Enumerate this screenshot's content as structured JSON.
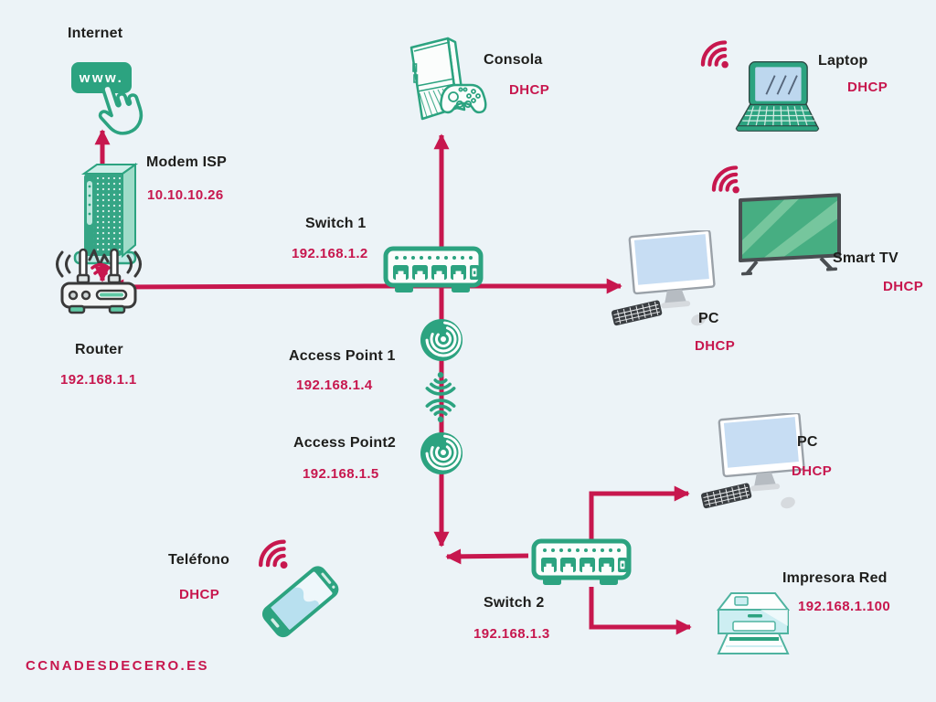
{
  "watermark": "CCNADESDECERO.ES",
  "colors": {
    "accent_green": "#2ca380",
    "accent_crimson": "#c7174e",
    "background": "#ecf3f7",
    "text": "#1e1e1c"
  },
  "nodes": {
    "internet": {
      "label": "Internet",
      "button_label": "www."
    },
    "modem": {
      "label": "Modem ISP",
      "address": "10.10.10.26"
    },
    "router": {
      "label": "Router",
      "address": "192.168.1.1"
    },
    "switch1": {
      "label": "Switch 1",
      "address": "192.168.1.2"
    },
    "consola": {
      "label": "Consola",
      "address": "DHCP"
    },
    "pc1": {
      "label": "PC",
      "address": "DHCP"
    },
    "laptop": {
      "label": "Laptop",
      "address": "DHCP"
    },
    "smart_tv": {
      "label": "Smart TV",
      "address": "DHCP"
    },
    "access_point1": {
      "label": "Access Point 1",
      "address": "192.168.1.4"
    },
    "access_point2": {
      "label": "Access Point2",
      "address": "192.168.1.5"
    },
    "switch2": {
      "label": "Switch 2",
      "address": "192.168.1.3"
    },
    "pc2": {
      "label": "PC",
      "address": "DHCP"
    },
    "printer": {
      "label": "Impresora Red",
      "address": "192.168.1.100"
    },
    "telefono": {
      "label": "Teléfono",
      "address": "DHCP"
    }
  }
}
